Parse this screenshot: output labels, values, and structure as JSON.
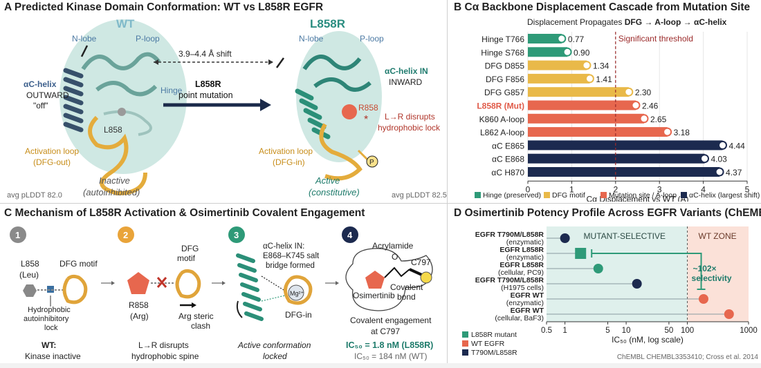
{
  "panelA": {
    "title": "A  Predicted Kinase Domain Conformation: WT vs L858R EGFR",
    "wt": {
      "heading": "WT",
      "nlobe": "N-lobe",
      "ploop": "P-loop",
      "hinge": "Hinge",
      "helix1": "αC-helix",
      "helix2": "OUTWARD",
      "helix3": "\"off\"",
      "residue": "L858",
      "loop1": "Activation loop",
      "loop2": "(DFG-out)",
      "state1": "Inactive",
      "state2": "(autoinhibited)",
      "plddt": "avg pLDDT 82.0"
    },
    "shift": "3.9–4.4 Å shift",
    "arrow1": "L858R",
    "arrow2": "point mutation",
    "mut": {
      "heading": "L858R",
      "nlobe": "N-lobe",
      "ploop": "P-loop",
      "helix1": "αC-helix IN",
      "helix2": "INWARD",
      "residue": "R858",
      "note1": "L→R disrupts",
      "note2": "hydrophobic lock",
      "loop1": "Activation loop",
      "loop2": "(DFG-in)",
      "phospho": "P",
      "state1": "Active",
      "state2": "(constitutive)",
      "plddt": "avg pLDDT 82.5"
    }
  },
  "panelB": {
    "title": "B  Cα Backbone Displacement Cascade from Mutation Site",
    "subtitle_a": "Displacement Propagates ",
    "subtitle_b": "DFG → A-loop → αC-helix",
    "threshold_label": "Significant threshold"
  },
  "panelC": {
    "title": "C  Mechanism of L858R Activation & Osimertinib Covalent Engagement",
    "s1": {
      "num": "1",
      "res1": "L858",
      "res2": "(Leu)",
      "motif": "DFG motif",
      "lock1": "Hydrophobic",
      "lock2": "autoinhibitory",
      "lock3": "lock",
      "cap1": "WT:",
      "cap2": "Kinase inactive"
    },
    "s2": {
      "num": "2",
      "motif1": "DFG",
      "motif2": "motif",
      "res1": "R858",
      "res2": "(Arg)",
      "clash1": "Arg steric",
      "clash2": "clash",
      "cap1": "L→R disrupts",
      "cap2": "hydrophobic spine"
    },
    "s3": {
      "num": "3",
      "h1": "αC-helix IN:",
      "h2": "E868–K745 salt",
      "h3": "bridge formed",
      "mg": "Mg²⁺",
      "dfg": "DFG-in",
      "cap1": "Active conformation",
      "cap2": "locked"
    },
    "s4": {
      "num": "4",
      "acryl": "Acrylamide",
      "o": "O",
      "cys": "C797",
      "cov1": "Covalent",
      "cov2": "bond",
      "osi": "Osimertinib",
      "cap1": "Covalent engagement",
      "cap2": "at C797",
      "ic1": "IC₅₀ = 1.8 nM (L858R)",
      "ic2": "IC₅₀ = 184 nM (WT)"
    }
  },
  "panelD": {
    "title": "D  Osimertinib Potency Profile Across EGFR Variants (ChEMBL)",
    "zone1": "MUTANT-SELECTIVE",
    "zone2": "WT ZONE",
    "sel1": "~102×",
    "sel2": "selectivity",
    "source": "ChEMBL CHEMBL3353410; Cross et al. 2014"
  },
  "colors": {
    "teal": "#2e9a78",
    "yellow": "#e9b949",
    "coral": "#e7674e",
    "navy": "#1c2a4f",
    "dark_teal": "#1e7b6b",
    "red_label": "#e05a48"
  },
  "chart_data": [
    {
      "type": "bar",
      "orientation": "horizontal",
      "title": "Cα Backbone Displacement Cascade from Mutation Site",
      "categories": [
        "Hinge T766",
        "Hinge S768",
        "DFG D855",
        "DFG F856",
        "DFG G857",
        "L858R (Mut)",
        "K860 A-loop",
        "L862 A-loop",
        "αC E865",
        "αC E868",
        "αC H870"
      ],
      "values": [
        0.77,
        0.9,
        1.34,
        1.41,
        2.3,
        2.46,
        2.65,
        3.18,
        4.44,
        4.03,
        4.37
      ],
      "value_labels": [
        "0.77",
        "0.90",
        "1.34",
        "1.41",
        "2.30",
        "2.46",
        "2.65",
        "3.18",
        "4.44",
        "4.03",
        "4.37"
      ],
      "groups": [
        "Hinge",
        "Hinge",
        "DFG",
        "DFG",
        "DFG",
        "Mut",
        "Mut",
        "Mut",
        "Helix",
        "Helix",
        "Helix"
      ],
      "xlabel": "Cα Displacement vs WT (Å)",
      "xlim": [
        0,
        5
      ],
      "xticks": [
        "0",
        "1",
        "2",
        "3",
        "4",
        "5"
      ],
      "threshold": 2,
      "legend": [
        "Hinge (preserved)",
        "DFG motif",
        "Mutation site / A-loop",
        "αC-helix (largest shift)"
      ],
      "legend_position": "bottom"
    },
    {
      "type": "scatter",
      "title": "Osimertinib Potency Profile Across EGFR Variants (ChEMBL)",
      "categories": [
        [
          "EGFR T790M/L858R",
          "(enzymatic)"
        ],
        [
          "EGFR L858R",
          "(enzymatic)"
        ],
        [
          "EGFR L858R",
          "(cellular, PC9)"
        ],
        [
          "EGFR T790M/L858R",
          "(H1975 cells)"
        ],
        [
          "EGFR WT",
          "(enzymatic)"
        ],
        [
          "EGFR WT",
          "(cellular, BaF3)"
        ]
      ],
      "values": [
        1.0,
        1.8,
        3.5,
        15,
        184,
        480
      ],
      "groups": [
        "T790M/L858R",
        "L858R mutant",
        "L858R mutant",
        "T790M/L858R",
        "WT EGFR",
        "WT EGFR"
      ],
      "xlabel": "IC₅₀ (nM, log scale)",
      "xscale": "log",
      "xlim": [
        0.5,
        1000
      ],
      "xticks": [
        "0.5",
        "1",
        "5",
        "10",
        "50",
        "100",
        "1000"
      ],
      "legend": [
        "L858R mutant",
        "WT EGFR",
        "T790M/L858R"
      ],
      "legend_position": "bottom-left"
    }
  ]
}
